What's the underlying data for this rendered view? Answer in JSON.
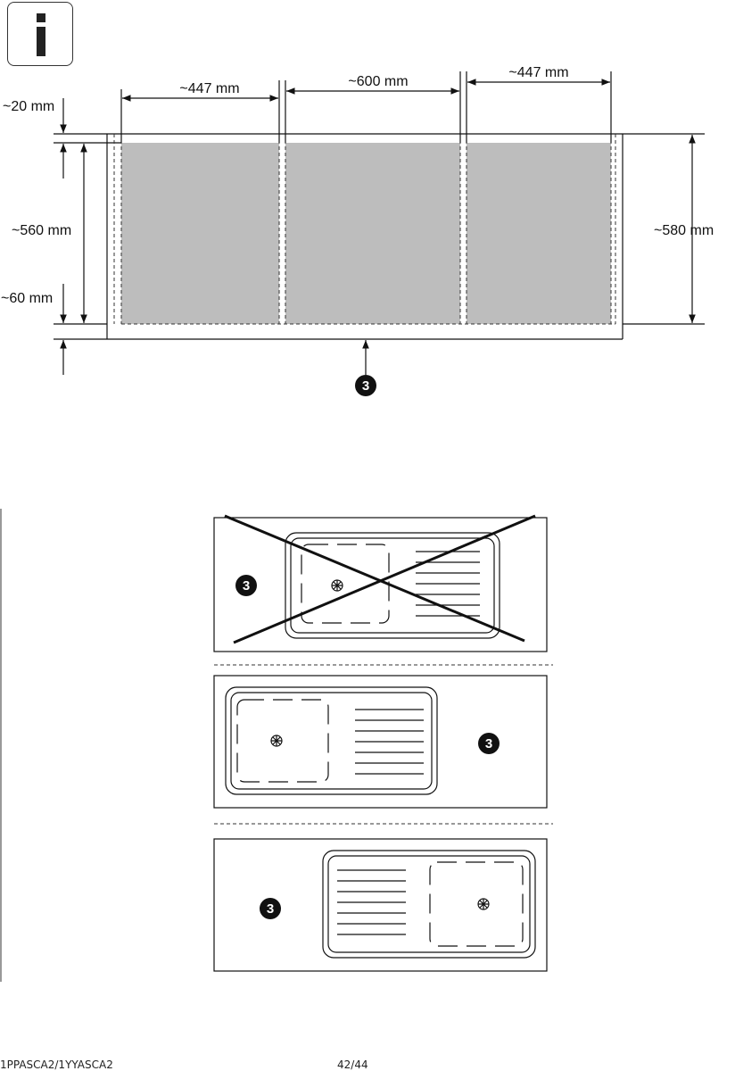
{
  "info_icon": "info-icon",
  "dimensions": {
    "left_width": "~447 mm",
    "middle_width": "~600 mm",
    "right_width": "~447 mm",
    "top_gap": "~20 mm",
    "depth": "~560 mm",
    "bottom_gap": "~60 mm",
    "total_depth": "~580 mm"
  },
  "callout": "3",
  "footer": {
    "model": "1PPASCA2/1YYASCA2",
    "page": "42/44"
  }
}
